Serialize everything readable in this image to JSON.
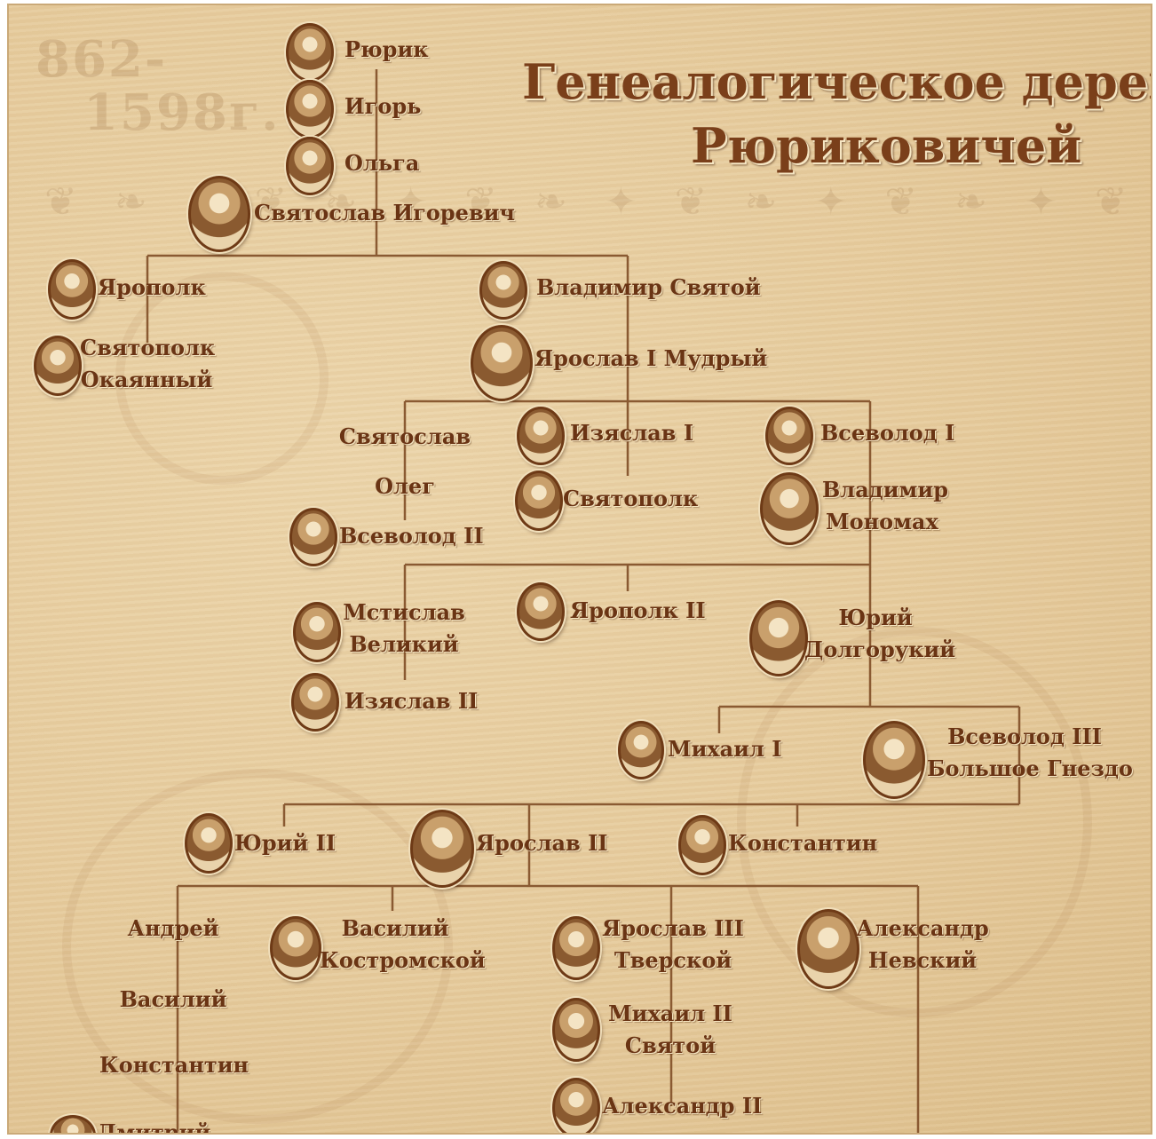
{
  "title": {
    "years_top": "862-",
    "years_bottom": "1598г.",
    "line1": "Генеалогическое дерево",
    "line2": "Рюриковичей"
  },
  "people": {
    "ryurik": "Рюрик",
    "igor": "Игорь",
    "olga": "Ольга",
    "svyatoslav_igorevich": "Святослав Игоревич",
    "yaropolk": "Ярополк",
    "vladimir_svyatoy": "Владимир Святой",
    "svyatopolk_1": "Святополк",
    "okayanny": "Окаянный",
    "yaroslav_mudry": "Ярослав I Мудрый",
    "svyatoslav": "Святослав",
    "izyaslav_1": "Изяслав I",
    "vsevolod_1": "Всеволод I",
    "oleg": "Олег",
    "svyatopolk_2": "Святополк",
    "vladimir_1": "Владимир",
    "monomakh": "Мономах",
    "vsevolod_2": "Всеволод II",
    "mstislav": "Мстислав",
    "veliky": "Великий",
    "yaropolk_2": "Ярополк II",
    "yury": "Юрий",
    "dolgoruky": "Долгорукий",
    "izyaslav_2": "Изяслав II",
    "mikhail_1": "Михаил I",
    "vsevolod_3": "Всеволод III",
    "bolshoe_gnezdo": "Большое Гнездо",
    "yury_2": "Юрий II",
    "yaroslav_2": "Ярослав II",
    "konstantin_1": "Константин",
    "andrey": "Андрей",
    "vasily_1": "Василий",
    "kostromskoy": "Костромской",
    "yaroslav_3": "Ярослав III",
    "tverskoy": "Тверской",
    "aleksandr": "Александр",
    "nevsky": "Невский",
    "vasily_2": "Василий",
    "mikhail_2": "Михаил II",
    "svyatoy": "Святой",
    "konstantin_2": "Константин",
    "aleksandr_2": "Александр II",
    "dmitry": "Дмитрий"
  },
  "colors": {
    "parchment": "#e6cb9c",
    "ink": "#6a3414",
    "title": "#7a3f1a",
    "line": "#8a5a32"
  }
}
